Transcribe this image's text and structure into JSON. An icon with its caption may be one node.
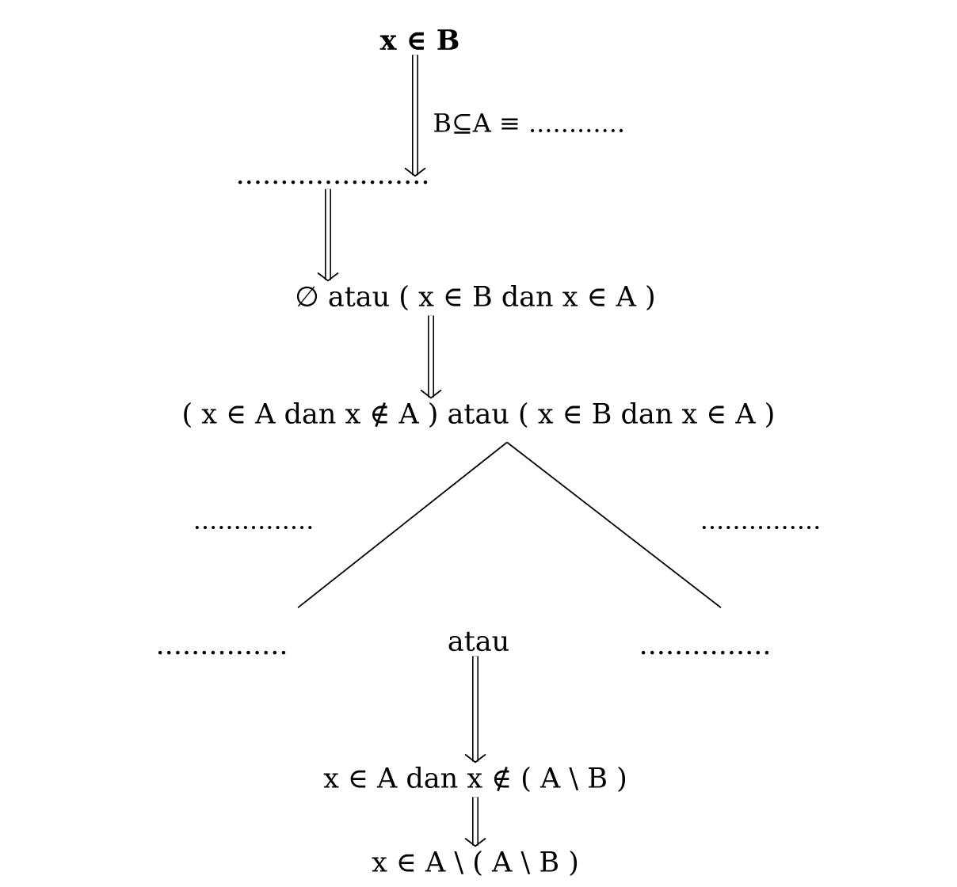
{
  "diagram": {
    "nodes": [
      {
        "text": [
          "x ∈ B"
        ]
      },
      {
        "text": [
          "......................"
        ]
      },
      {
        "text": [
          "∅ atau ( x ∈ B dan x ∈ A )"
        ]
      },
      {
        "text": [
          "( x ∈ A dan x ∉ A ) atau ( x ∈ B dan x ∈ A )"
        ]
      },
      {
        "text": [
          "..............."
        ]
      },
      {
        "text": [
          "..............."
        ]
      },
      {
        "text": [
          "atau"
        ]
      },
      {
        "text": [
          "x ∈ A dan x ∉ ( A \\ B )"
        ]
      },
      {
        "text": [
          "x ∈ A \\ ( A \\ B )"
        ]
      }
    ],
    "edges": [
      {
        "from": 0,
        "to": 1,
        "arrow": "to",
        "label": "B⊆A ≡ ............"
      },
      {
        "from": 1,
        "to": 2,
        "arrow": "to"
      },
      {
        "from": 2,
        "to": 3,
        "arrow": "to"
      },
      {
        "from": 3,
        "to": 4,
        "arrow": "none",
        "label": "..............."
      },
      {
        "from": 3,
        "to": 5,
        "arrow": "none",
        "label": "..............."
      },
      {
        "from": 6,
        "to": 7,
        "arrow": "to"
      },
      {
        "from": 7,
        "to": 8,
        "arrow": "to"
      }
    ]
  }
}
